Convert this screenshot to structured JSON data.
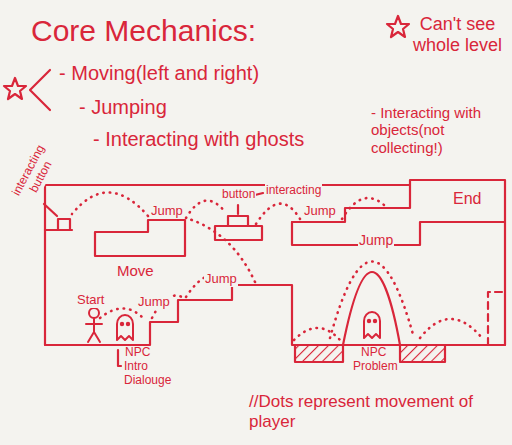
{
  "diagram": {
    "title": "Core Mechanics:",
    "labels": [
      "- Moving(left and right)",
      "- Jumping",
      "- Interacting with ghosts",
      "Can't see whole level",
      "- Interacting with objects(not collecting!)",
      "interacting button",
      "Jump",
      "button",
      "interacting",
      "Jump",
      "End",
      "Move",
      "Jump",
      "Jump",
      "Start",
      "Jump",
      "NPC",
      "Intro Dialouge",
      "NPC",
      "Problem",
      "//Dots represent movement of player"
    ]
  }
}
